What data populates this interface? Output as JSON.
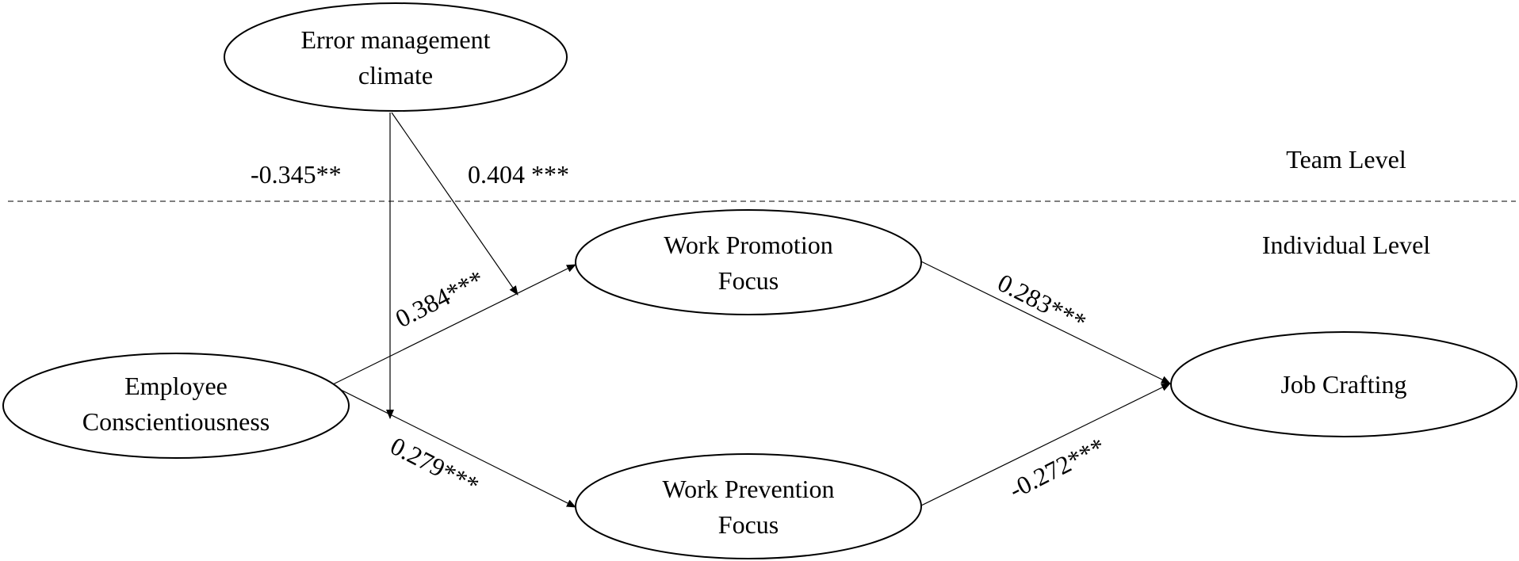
{
  "nodes": {
    "error_management_climate": {
      "lines": [
        "Error management",
        "climate"
      ]
    },
    "work_promotion_focus": {
      "lines": [
        "Work Promotion",
        "Focus"
      ]
    },
    "work_prevention_focus": {
      "lines": [
        "Work Prevention",
        "Focus"
      ]
    },
    "employee_conscientiousness": {
      "lines": [
        "Employee",
        "Conscientiousness"
      ]
    },
    "job_crafting": {
      "lines": [
        "Job Crafting"
      ]
    }
  },
  "levels": {
    "team": "Team Level",
    "individual": "Individual Level"
  },
  "coefficients": {
    "emc_to_prevention_path": "-0.345**",
    "emc_to_promotion_path": "0.404 ***",
    "ec_to_promotion": "0.384***",
    "ec_to_prevention": "0.279***",
    "promotion_to_crafting": "0.283***",
    "prevention_to_crafting": "-0.272***"
  },
  "colors": {
    "line": "#000000",
    "divider": "#555555",
    "background": "#ffffff"
  }
}
